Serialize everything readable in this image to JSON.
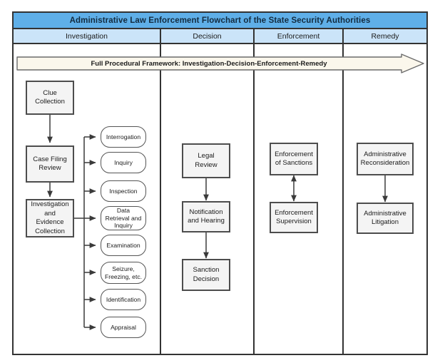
{
  "title": "Administrative Law Enforcement Flowchart of the State Security Authorities",
  "phases": [
    {
      "label": "Investigation"
    },
    {
      "label": "Decision"
    },
    {
      "label": "Enforcement"
    },
    {
      "label": "Remedy"
    }
  ],
  "banner": {
    "label": "Full Procedural Framework: Investigation-Decision-Enforcement-Remedy",
    "fill": "#fbf7ec",
    "stroke": "#6b6b6b"
  },
  "investigation": {
    "main_steps": [
      {
        "label": "Clue\nCollection"
      },
      {
        "label": "Case Filing\nReview"
      },
      {
        "label": "Investigation\nand\nEvidence\nCollection"
      }
    ],
    "methods": [
      {
        "label": "Interrogation"
      },
      {
        "label": "Inquiry"
      },
      {
        "label": "Inspection"
      },
      {
        "label": "Data\nRetrieval and\nInquiry"
      },
      {
        "label": "Examination"
      },
      {
        "label": "Seizure,\nFreezing, etc."
      },
      {
        "label": "Identification"
      },
      {
        "label": "Appraisal"
      }
    ]
  },
  "decision": {
    "steps": [
      {
        "label": "Legal\nReview"
      },
      {
        "label": "Notification\nand Hearing"
      },
      {
        "label": "Sanction\nDecision"
      }
    ]
  },
  "enforcement": {
    "steps": [
      {
        "label": "Enforcement\nof Sanctions"
      },
      {
        "label": "Enforcement\nSupervision"
      }
    ]
  },
  "remedy": {
    "steps": [
      {
        "label": "Administrative\nReconsideration"
      },
      {
        "label": "Administrative\nLitigation"
      }
    ]
  },
  "colors": {
    "title_band": "#5fafe8",
    "phase_band": "#cbe4f9",
    "frame_stroke": "#333333",
    "box_fill": "#f4f4f4",
    "box_stroke": "#4d4d4d",
    "rounded_stroke": "#555555",
    "connector": "#3a3a3a"
  }
}
